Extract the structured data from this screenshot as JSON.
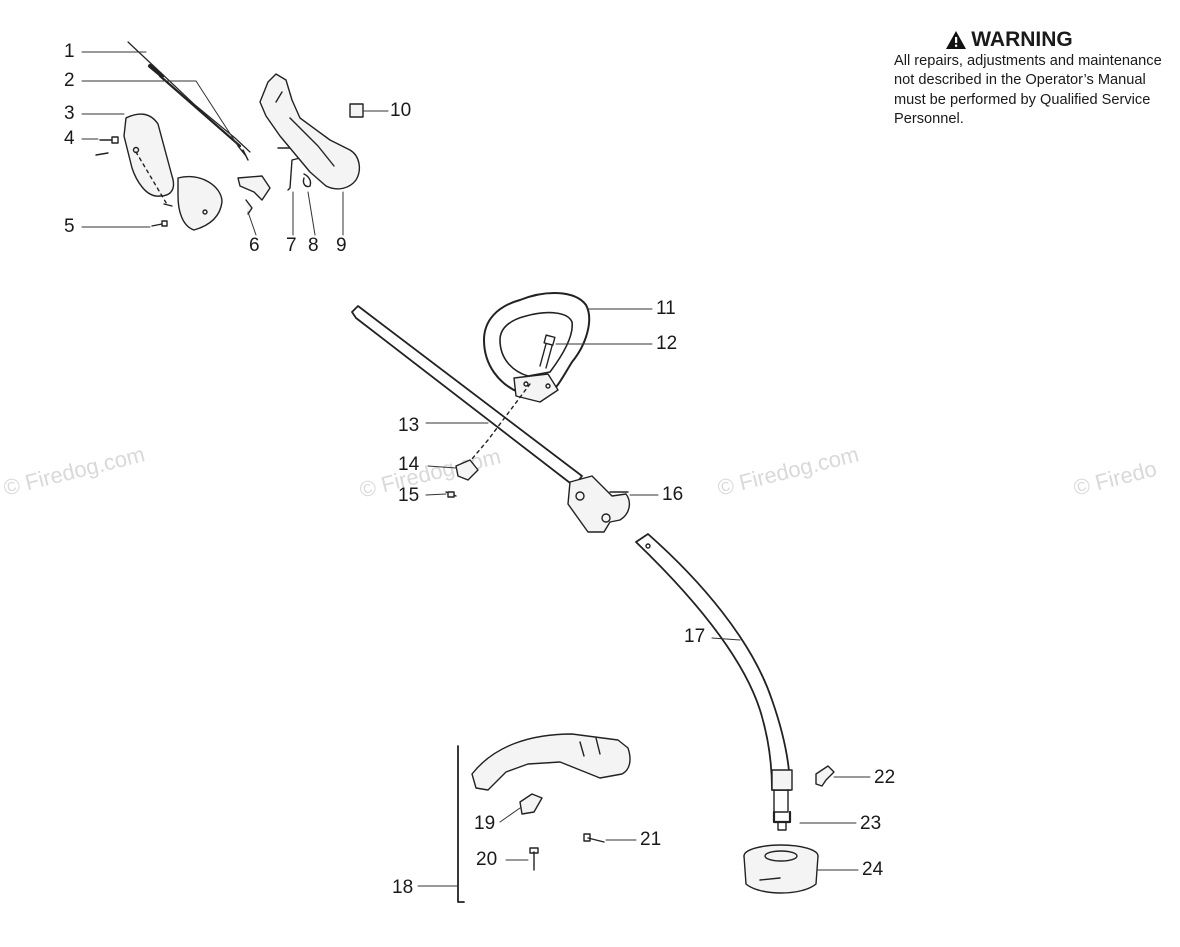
{
  "warning": {
    "title": "WARNING",
    "text": "All repairs, adjustments and maintenance not described in the Operator’s Manual must be performed by Qualified Service Personnel."
  },
  "watermark": "© Firedog.com",
  "watermark_partial_left": "© Firedog.com",
  "watermark_partial_right": "© Firedo",
  "callouts": [
    "1",
    "2",
    "3",
    "4",
    "5",
    "6",
    "7",
    "8",
    "9",
    "10",
    "11",
    "12",
    "13",
    "14",
    "15",
    "16",
    "17",
    "18",
    "19",
    "20",
    "21",
    "22",
    "23",
    "24"
  ],
  "icons": {
    "warning": "warning-triangle-icon"
  },
  "colors": {
    "line": "#222222",
    "watermark": "#d9d9d9",
    "part_fill": "#f4f4f4"
  }
}
